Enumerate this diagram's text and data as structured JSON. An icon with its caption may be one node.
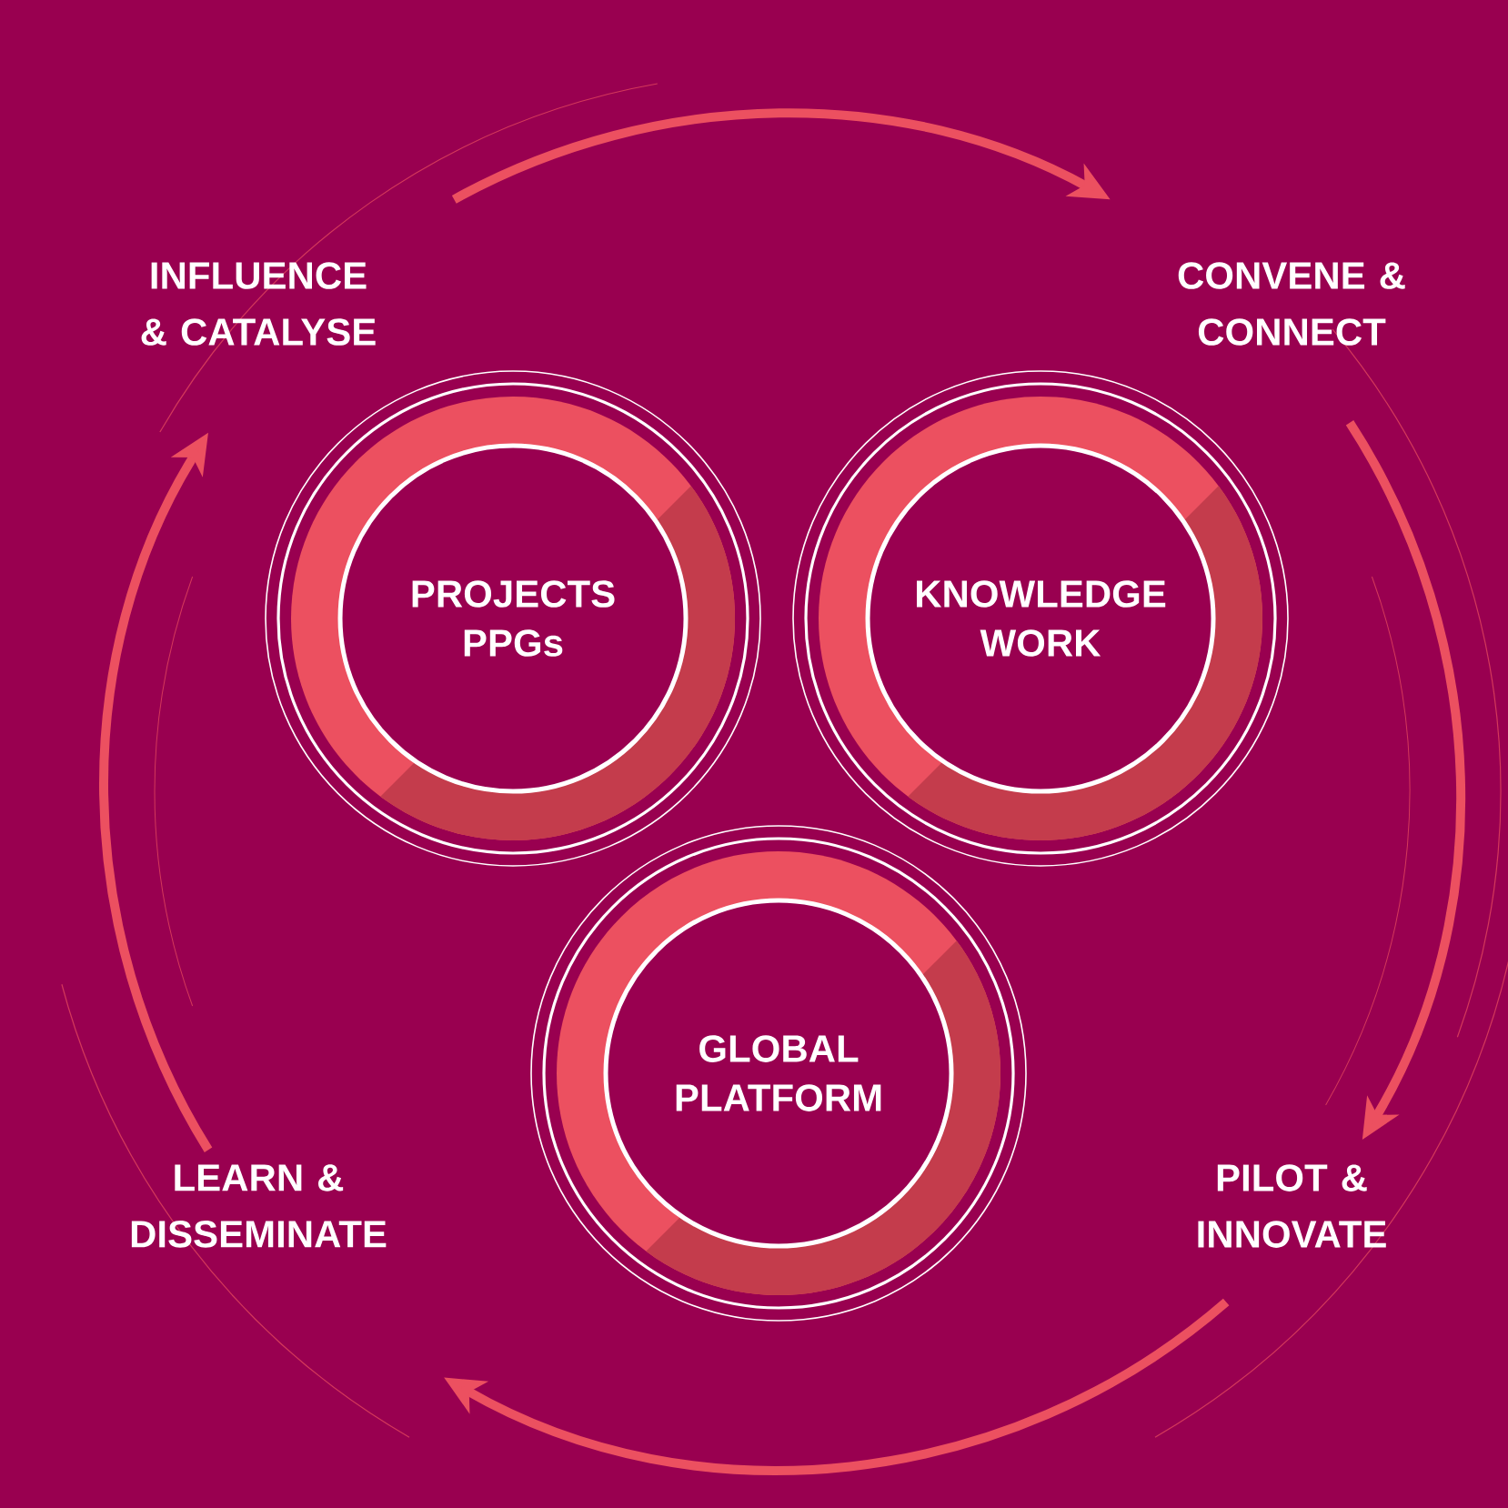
{
  "diagram": {
    "nodes": [
      {
        "text": [
          "INFLUENCE & CATALYSE"
        ]
      },
      {
        "text": [
          "CONVENE & CONNECT"
        ]
      },
      {
        "text": [
          "PROJECTS PPGs"
        ]
      },
      {
        "text": [
          "KNOWLEDGE WORK"
        ]
      },
      {
        "text": [
          "LEARN & DISSEMINATE"
        ]
      },
      {
        "text": [
          "GLOBAL PLATFORM"
        ]
      },
      {
        "text": [
          "PILOT & INNOVATE"
        ]
      }
    ],
    "edges": [
      {
        "from": 0,
        "to": 1,
        "arrow": "to"
      },
      {
        "from": 1,
        "to": 6,
        "arrow": "to"
      },
      {
        "from": 6,
        "to": 4,
        "arrow": "to"
      },
      {
        "from": 4,
        "to": 0,
        "arrow": "to"
      }
    ]
  }
}
